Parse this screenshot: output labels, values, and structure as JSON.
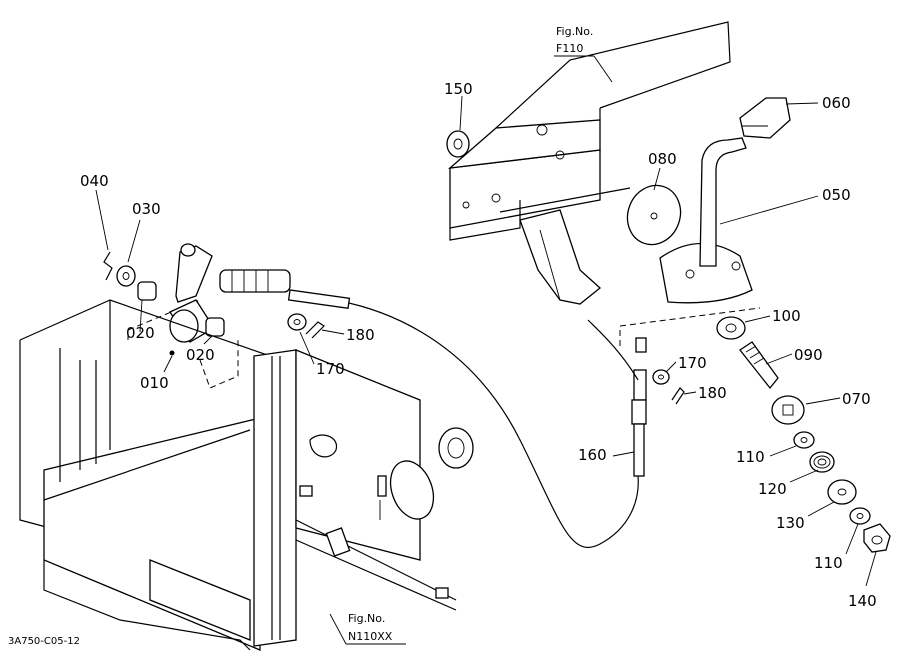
{
  "figure_refs": {
    "top": {
      "label": "Fig.No.",
      "code": "F110"
    },
    "bottom": {
      "label": "Fig.No.",
      "code": "N110XX"
    }
  },
  "callouts": {
    "p010": "010",
    "p020a": "020",
    "p020b": "020",
    "p030": "030",
    "p040": "040",
    "p050": "050",
    "p060": "060",
    "p070": "070",
    "p080": "080",
    "p090": "090",
    "p100": "100",
    "p110a": "110",
    "p110b": "110",
    "p120": "120",
    "p130": "130",
    "p140": "140",
    "p150": "150",
    "p160": "160",
    "p170a": "170",
    "p170b": "170",
    "p180a": "180",
    "p180b": "180"
  },
  "drawing_code": "3A750-C05-12"
}
